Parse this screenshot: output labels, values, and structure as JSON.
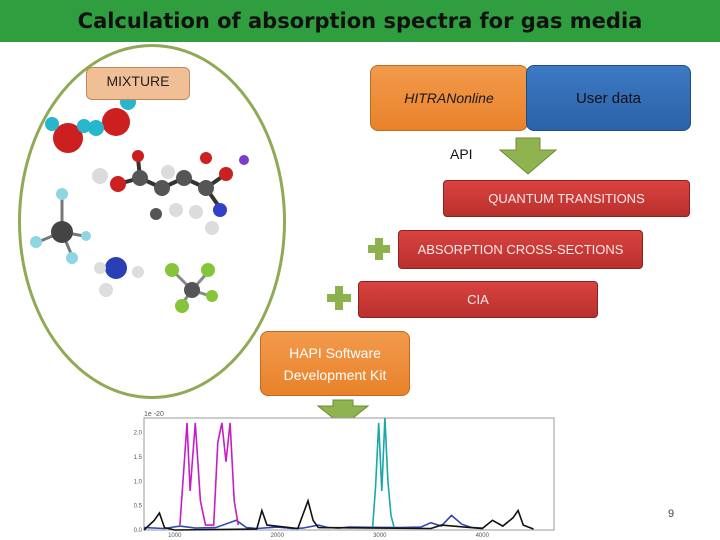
{
  "slide": {
    "title": "Calculation of absorption spectra for gas media",
    "page_number": "9"
  },
  "diagram": {
    "mixture_label": "MIXTURE",
    "hitran_label": "HITRANonline",
    "user_data_label": "User data",
    "api_label": "API",
    "quantum_label": "QUANTUM TRANSITIONS",
    "cross_sections_label": "ABSORPTION CROSS-SECTIONS",
    "cia_label": "CIA",
    "hapi_line1": "HAPI Software",
    "hapi_line2": "Development Kit",
    "colors": {
      "title_bar": "#2e9e3e",
      "orange_box": "#ee8f3c",
      "blue_box": "#3470b8",
      "red_box": "#c93a36",
      "arrow_green": "#8fb34e",
      "plus_green": "#8db14d"
    }
  },
  "chart_data": {
    "type": "line",
    "multiplier_label": "1e -20",
    "y_ticks": [
      "2.0",
      "1.5",
      "1.0",
      "0.5",
      "0.0"
    ],
    "x_ticks": [
      "1000",
      "2000",
      "3000",
      "4000"
    ],
    "ylim": [
      0,
      2.3
    ],
    "xlim": [
      700,
      4700
    ],
    "series": [
      {
        "color": "#2f49b5",
        "points": [
          [
            700,
            0.05
          ],
          [
            900,
            0.03
          ],
          [
            1050,
            0.08
          ],
          [
            1200,
            0.04
          ],
          [
            1400,
            0.05
          ],
          [
            1600,
            0.2
          ],
          [
            1700,
            0.05
          ],
          [
            1800,
            0.03
          ],
          [
            2000,
            0.06
          ],
          [
            2150,
            0.03
          ],
          [
            2250,
            0.04
          ],
          [
            2400,
            0.1
          ],
          [
            2500,
            0.05
          ],
          [
            2600,
            0.04
          ],
          [
            2700,
            0.06
          ],
          [
            3200,
            0.05
          ],
          [
            3400,
            0.06
          ],
          [
            3500,
            0.15
          ],
          [
            3600,
            0.08
          ],
          [
            3700,
            0.3
          ],
          [
            3800,
            0.12
          ],
          [
            3900,
            0.05
          ],
          [
            4000,
            0.04
          ]
        ]
      },
      {
        "color": "#c41ec4",
        "points": [
          [
            1050,
            0.1
          ],
          [
            1100,
            1.6
          ],
          [
            1120,
            2.2
          ],
          [
            1150,
            0.8
          ],
          [
            1200,
            2.2
          ],
          [
            1250,
            0.6
          ],
          [
            1300,
            0.1
          ],
          [
            1380,
            0.1
          ],
          [
            1420,
            1.8
          ],
          [
            1460,
            2.2
          ],
          [
            1500,
            1.4
          ],
          [
            1540,
            2.2
          ],
          [
            1580,
            0.6
          ],
          [
            1620,
            0.1
          ]
        ]
      },
      {
        "color": "#19a7a7",
        "points": [
          [
            2930,
            0.05
          ],
          [
            2960,
            0.9
          ],
          [
            2990,
            2.2
          ],
          [
            3020,
            0.8
          ],
          [
            3050,
            2.3
          ],
          [
            3080,
            1.0
          ],
          [
            3110,
            0.3
          ],
          [
            3140,
            0.05
          ]
        ]
      },
      {
        "color": "#111111",
        "points": [
          [
            700,
            0.0
          ],
          [
            800,
            0.2
          ],
          [
            850,
            0.35
          ],
          [
            900,
            0.05
          ],
          [
            1000,
            0.0
          ],
          [
            1800,
            0.02
          ],
          [
            1850,
            0.4
          ],
          [
            1900,
            0.1
          ],
          [
            2200,
            0.03
          ],
          [
            2300,
            0.6
          ],
          [
            2350,
            0.2
          ],
          [
            2400,
            0.05
          ],
          [
            3500,
            0.03
          ],
          [
            3600,
            0.1
          ],
          [
            4000,
            0.03
          ],
          [
            4100,
            0.2
          ],
          [
            4200,
            0.08
          ],
          [
            4300,
            0.25
          ],
          [
            4350,
            0.4
          ],
          [
            4400,
            0.1
          ],
          [
            4500,
            0.02
          ]
        ]
      }
    ]
  }
}
